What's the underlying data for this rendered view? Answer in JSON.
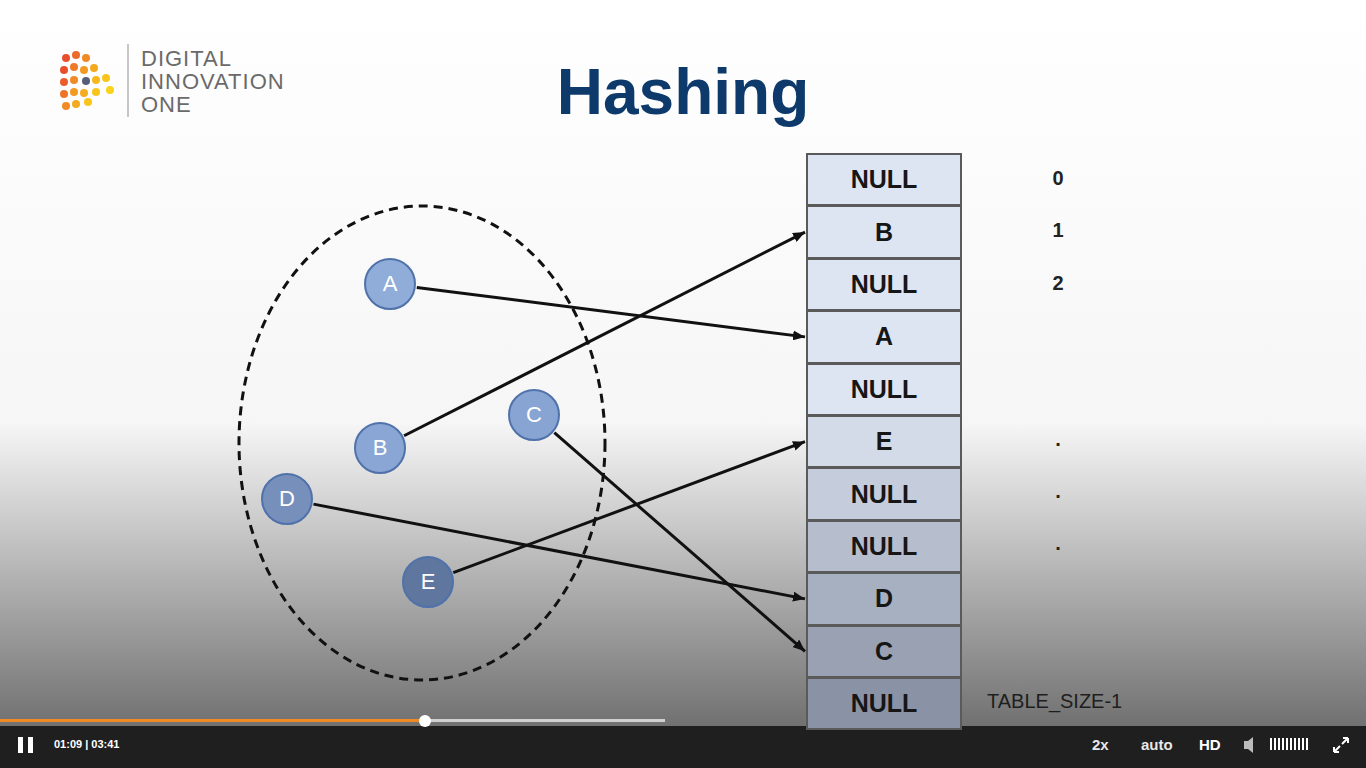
{
  "diagram": {
    "title": "Hashing",
    "nodes": [
      {
        "text": [
          "A"
        ]
      },
      {
        "text": [
          "B"
        ]
      },
      {
        "text": [
          "C"
        ]
      },
      {
        "text": [
          "D"
        ]
      },
      {
        "text": [
          "E"
        ]
      },
      {
        "text": [
          "NULL"
        ]
      },
      {
        "text": [
          "B"
        ]
      },
      {
        "text": [
          "NULL"
        ]
      },
      {
        "text": [
          "A"
        ]
      },
      {
        "text": [
          "NULL"
        ]
      },
      {
        "text": [
          "E"
        ]
      },
      {
        "text": [
          "NULL"
        ]
      },
      {
        "text": [
          "NULL"
        ]
      },
      {
        "text": [
          "D"
        ]
      },
      {
        "text": [
          "C"
        ]
      },
      {
        "text": [
          "NULL"
        ]
      }
    ],
    "edges": [
      {
        "from": 0,
        "to": 8,
        "arrow": "to"
      },
      {
        "from": 1,
        "to": 6,
        "arrow": "to"
      },
      {
        "from": 2,
        "to": 14,
        "arrow": "to"
      },
      {
        "from": 3,
        "to": 13,
        "arrow": "to"
      },
      {
        "from": 4,
        "to": 10,
        "arrow": "to"
      }
    ],
    "labels": [
      "DIGITAL INNOVATION ONE",
      "0",
      "1",
      "2",
      ".",
      ".",
      ".",
      "TABLE_SIZE-1",
      "01:09 | 03:41",
      "2x",
      "auto",
      "HD"
    ]
  }
}
